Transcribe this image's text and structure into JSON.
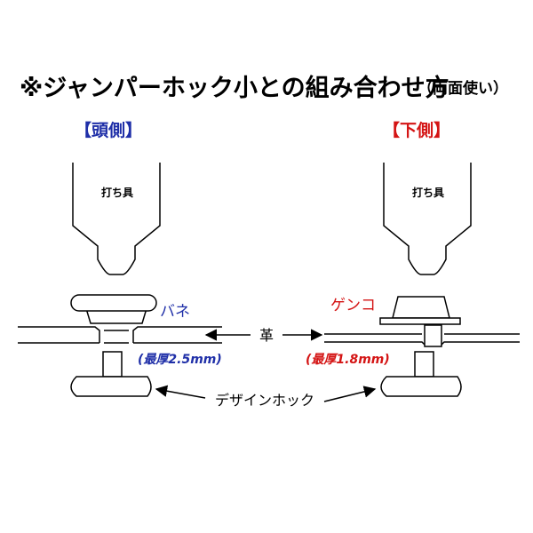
{
  "title": "※ジャンパーホック小との組み合わせ方",
  "subtitle": "（両面使い）",
  "left": {
    "header": "【頭側】",
    "tool": "打ち具",
    "part": "バネ",
    "thickness": "(最厚2.5mm)"
  },
  "right": {
    "header": "【下側】",
    "tool": "打ち具",
    "part": "ゲンコ",
    "thickness": "(最厚1.8mm)"
  },
  "leather_label": "革",
  "design_hook_label": "デザインホック",
  "colors": {
    "blue": "#1f2fa8",
    "red": "#d41414",
    "black": "#000000"
  }
}
